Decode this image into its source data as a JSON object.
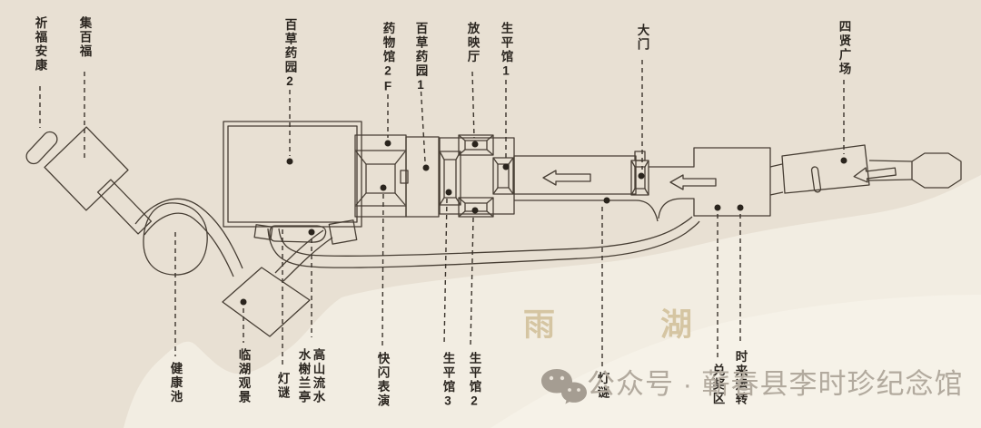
{
  "page": {
    "background_color": "#e8e0d3",
    "lake_color": "#f2ede2",
    "line_color": "#473e34",
    "dot_color": "#2a241d",
    "label_color": "#2b2620"
  },
  "top_labels": [
    {
      "text": "祈福安康"
    },
    {
      "text": "集百福"
    },
    {
      "text": "百草药园2"
    },
    {
      "text": "药物馆2F"
    },
    {
      "text": "百草药园1"
    },
    {
      "text": "放映厅"
    },
    {
      "text": "生平馆1"
    },
    {
      "text": "大门"
    },
    {
      "text": "四贤广场"
    }
  ],
  "bottom_labels": [
    {
      "text": "健康池"
    },
    {
      "text": "临湖观景"
    },
    {
      "text": "灯谜"
    },
    {
      "text": "水榭兰亭"
    },
    {
      "text": "高山流水"
    },
    {
      "text": "快闪表演"
    },
    {
      "text": "生平馆3"
    },
    {
      "text": "生平馆2"
    },
    {
      "text": "灯谜"
    },
    {
      "text": "兑奖区"
    },
    {
      "text": "时来运转"
    }
  ],
  "lake_watermark": {
    "char_rain": "雨",
    "char_lake": "湖"
  },
  "watermark": {
    "icon": "wechat-icon",
    "text": "公众号 · 蕲春县李时珍纪念馆"
  }
}
